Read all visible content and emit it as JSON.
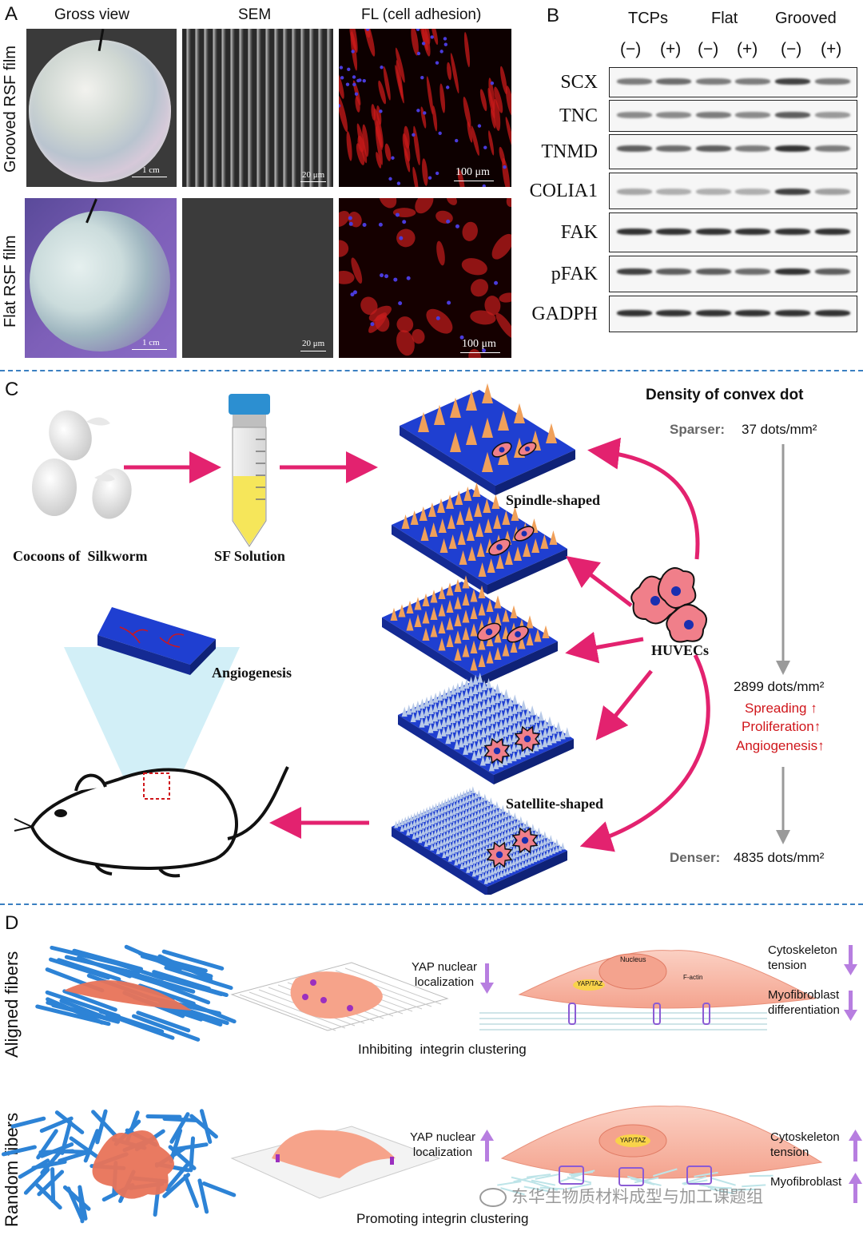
{
  "panel_a": {
    "letter": "A",
    "col_headers": [
      "Gross view",
      "SEM",
      "FL (cell adhesion)"
    ],
    "row_labels": [
      "Grooved RSF film",
      "Flat RSF film"
    ],
    "scale_gross": "1 cm",
    "scale_sem": "20 μm",
    "scale_fl": "100 μm"
  },
  "panel_b": {
    "letter": "B",
    "groups": [
      "TCPs",
      "Flat",
      "Grooved"
    ],
    "conditions": [
      "(−)",
      "(+)",
      "(−)",
      "(+)",
      "(−)",
      "(+)"
    ],
    "proteins": [
      "SCX",
      "TNC",
      "TNMD",
      "COLIA1",
      "FAK",
      "pFAK",
      "GADPH"
    ]
  },
  "panel_c": {
    "letter": "C",
    "cocoons_label": "Cocoons of  Silkworm",
    "sf_label": "SF Solution",
    "angiogenesis_label": "Angiogenesis",
    "huvecs_label": "HUVECs",
    "spindle_label": "Spindle-shaped",
    "satellite_label": "Satellite-shaped",
    "density_title": "Density of convex dot",
    "sparser_prefix": "Sparser:",
    "sparser_value": "37 dots/mm²",
    "mid_value": "2899 dots/mm²",
    "effects": [
      "Spreading ↑",
      "Proliferation↑",
      "Angiogenesis↑"
    ],
    "denser_prefix": "Denser:",
    "denser_value": "4835 dots/mm²"
  },
  "panel_d": {
    "letter": "D",
    "row_labels": [
      "Aligned fibers",
      "Random fibers"
    ],
    "yap_label": "YAP nuclear\nlocalization",
    "aligned_caption": "Inhibiting  integrin clustering",
    "random_caption": "Promoting integrin clustering",
    "cyto_label": "Cytoskeleton\ntension",
    "myo_label_aligned": "Myofibroblast\ndifferentiation",
    "myo_label_random": "Myofibroblast",
    "nucleus_label": "Nucleus",
    "yaptaz_label": "YAP/TAZ",
    "factin_label": "F-actin",
    "watermark": "东华生物质材料成型与加工课题组"
  },
  "colors": {
    "accent_pink": "#e3226f",
    "divider_blue": "#3a7fc1",
    "effect_red": "#d0161b",
    "arrow_violet": "#b77ee0",
    "substrate_blue": "#1f3fd1"
  }
}
